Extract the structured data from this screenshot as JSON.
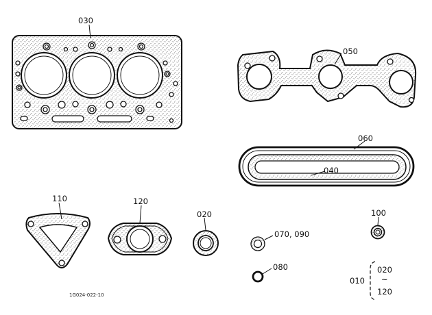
{
  "labels": {
    "p030": "030",
    "p050": "050",
    "p060": "060",
    "p040": "040",
    "p110": "110",
    "p120": "120",
    "p020": "020",
    "p100": "100",
    "p070_090": "070, 090",
    "p080": "080",
    "p010": "010",
    "range_from": "020",
    "range_sep": "~",
    "range_to": "120"
  },
  "drawing_code": "1G024-022-10",
  "colors": {
    "line": "#111111",
    "stipple": "#555555",
    "background": "#ffffff"
  }
}
